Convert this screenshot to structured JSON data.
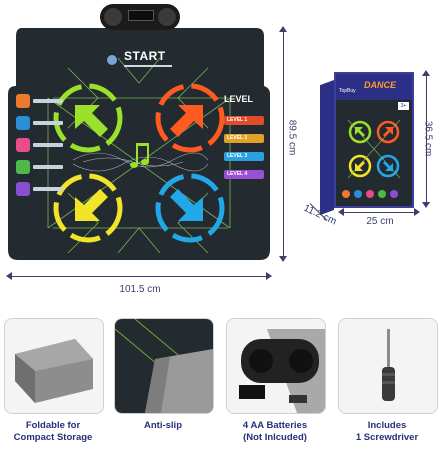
{
  "mat": {
    "start_label": "START",
    "level_header": "LEVEL",
    "levels": [
      "LEVEL 1",
      "LEVEL 2",
      "LEVEL 3",
      "LEVEL 4"
    ],
    "colors": {
      "background": "#232b31",
      "up_left": "#9be02a",
      "up_right": "#ff5a1f",
      "down_left": "#f1e52a",
      "down_right": "#22a8e8",
      "grid": "#7fc25b"
    }
  },
  "box": {
    "brand": "TopBuy",
    "title": "DANCE",
    "age_badge": "3+"
  },
  "dimensions": {
    "mat_height": "89.5 cm",
    "mat_width": "101.5 cm",
    "box_height": "36.5 cm",
    "box_depth": "11.2 cm",
    "box_width": "25 cm"
  },
  "features": [
    {
      "caption_line1": "Foldable for",
      "caption_line2": "Compact Storage"
    },
    {
      "caption_line1": "Anti-slip",
      "caption_line2": ""
    },
    {
      "caption_line1": "4 AA Batteries",
      "caption_line2": "(Not Inlcuded)"
    },
    {
      "caption_line1": "Includes",
      "caption_line2": "1 Screwdriver"
    }
  ]
}
